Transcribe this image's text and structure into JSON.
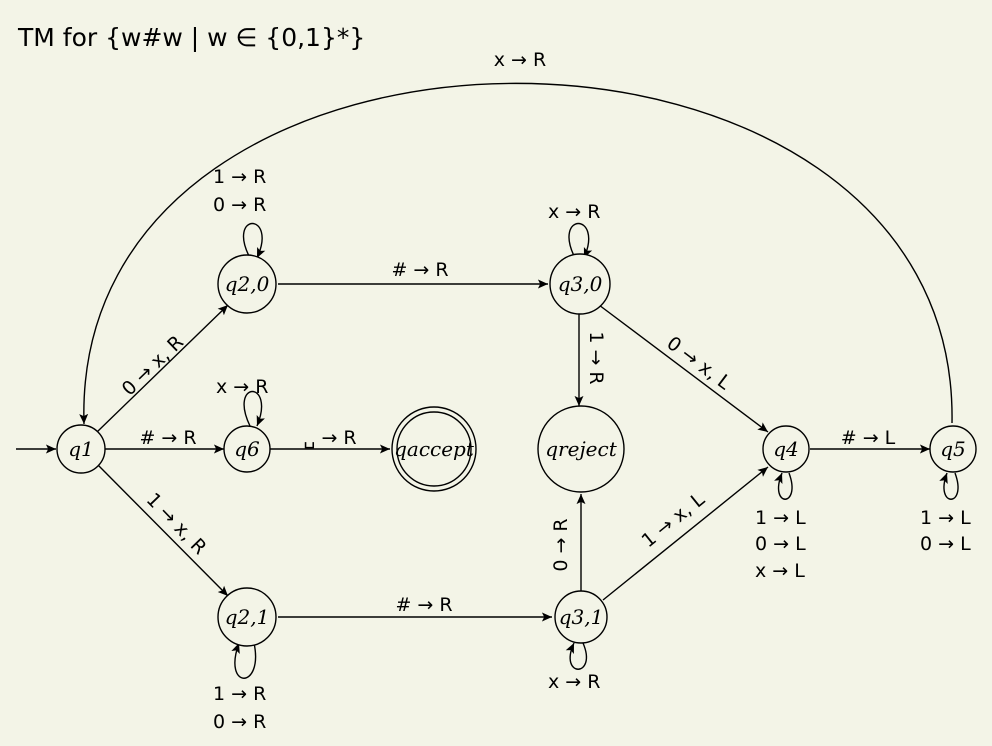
{
  "title": "TM for {w#w | w ∈ {0,1}*}",
  "states": {
    "q1": "q1",
    "q20": "q2,0",
    "q21": "q2,1",
    "q6": "q6",
    "qaccept": "qaccept",
    "q30": "q3,0",
    "q31": "q3,1",
    "qreject": "qreject",
    "q4": "q4",
    "q5": "q5"
  },
  "transitions": {
    "q5_q1": "x → R",
    "q20_loop_1": "1 → R",
    "q20_loop_2": "0 → R",
    "q1_q20": "0 → x, R",
    "q20_q30": "# → R",
    "q30_loop": "x → R",
    "q30_qreject": "1 → R",
    "q30_q4": "0 → x, L",
    "q6_loop": "x → R",
    "q1_q6": "# → R",
    "q6_qaccept": "␣ → R",
    "q1_q21": "1 → x, R",
    "q21_q31": "# → R",
    "q21_loop_1": "1 → R",
    "q21_loop_2": "0 → R",
    "q31_qreject": "0 → R",
    "q31_q4": "1 → x, L",
    "q31_loop": "x → R",
    "q4_q5": "# → L",
    "q4_loop_1": "1 → L",
    "q4_loop_2": "0 → L",
    "q4_loop_3": "x → L",
    "q5_loop_1": "1 → L",
    "q5_loop_2": "0 → L"
  }
}
